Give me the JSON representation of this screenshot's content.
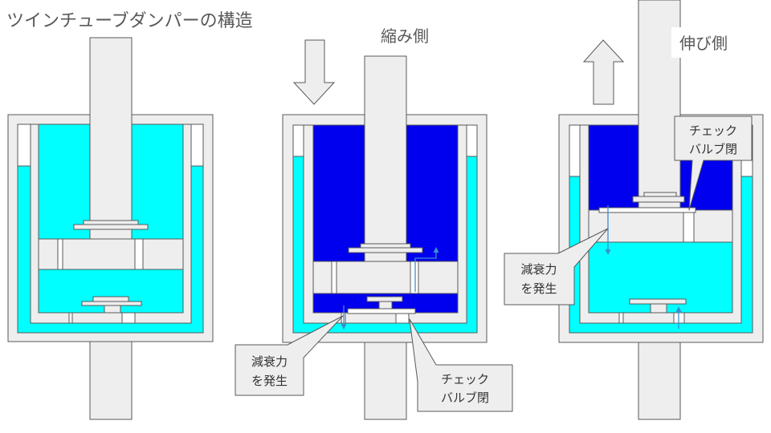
{
  "title": "ツインチューブダンパーの構造",
  "compression": {
    "label": "縮み側",
    "direction_icon": "down-arrow-icon",
    "damping_callout": {
      "line1": "減衰力",
      "line2": "を発生"
    },
    "check_valve_callout": {
      "line1": "チェック",
      "line2": "バルブ閉"
    }
  },
  "extension": {
    "label": "伸び側",
    "direction_icon": "up-arrow-icon",
    "damping_callout": {
      "line1": "減衰力",
      "line2": "を発生"
    },
    "check_valve_callout": {
      "line1": "チェック",
      "line2": "バルブ閉"
    }
  },
  "colors": {
    "low_pressure_fluid": "#00ffff",
    "high_pressure_fluid": "#0000ee",
    "part_fill": "#eeeeee",
    "outline": "#595959",
    "text": "#595959",
    "flow_arrow": "#3a8fd0",
    "background": "#ffffff"
  }
}
